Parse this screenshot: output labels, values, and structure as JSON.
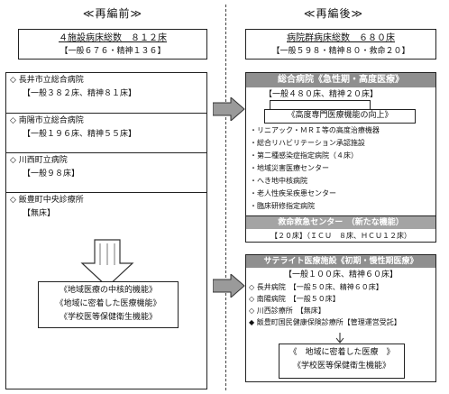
{
  "header": {
    "before": "≪再編前≫",
    "after": "≪再編後≫"
  },
  "left": {
    "total": {
      "title": "４施設病床総数　８１２床",
      "sub": "【一般６７６・精神１３６】"
    },
    "facilities": [
      {
        "name": "長井市立総合病院",
        "beds": "【一般３８２床、精神８１床】"
      },
      {
        "name": "南陽市立総合病院",
        "beds": "【一般１９６床、精神５５床】"
      },
      {
        "name": "川西町立病院",
        "beds": "【一般９８床】"
      },
      {
        "name": "飯豊町中央診療所",
        "beds": "【無床】"
      }
    ],
    "functions": [
      "《地域医療の中核的機能》",
      "《地域に密着した医療機能》",
      "《学校医等保健衛生機能》"
    ]
  },
  "right": {
    "total": {
      "title": "病院群病床総数　６８０床",
      "sub": "【一般５９８・精神８０・救命２０】"
    },
    "general": {
      "title": "総合病院《急性期・高度医療》",
      "beds": "【一般４８０床、精神２０床】",
      "focus": "《高度専門医療機能の向上》",
      "items": [
        "リニアック・ＭＲＩ等の高度治療機器",
        "総合リハビリテーション承認施設",
        "第二種感染症指定病院（４床）",
        "地域災害医療センター",
        "へき地中核病院",
        "老人性疾呆疾患センター",
        "臨床研修指定病院"
      ]
    },
    "emergency": {
      "title": "救命救急センター　（新たな機能）",
      "beds": "【２０床】（ＩＣＵ　８床、ＨＣＵ１２床）"
    },
    "satellite": {
      "title": "サテライト医療施設《初期・慢性期医療》",
      "beds": "【一般１００床、精神６０床】",
      "items": [
        {
          "marker": "◇",
          "text": "長井病院　【一般５０床、精神６０床】"
        },
        {
          "marker": "◇",
          "text": "南陽病院　【一般５０床】"
        },
        {
          "marker": "◇",
          "text": "川西診療所　【無床】"
        },
        {
          "marker": "◆",
          "text": "飯豊町国民健康保険診療所【管理運営受託】"
        }
      ],
      "functions": [
        "《　地域に密着した医療　》",
        "《学校医等保健衛生機能》"
      ]
    }
  }
}
